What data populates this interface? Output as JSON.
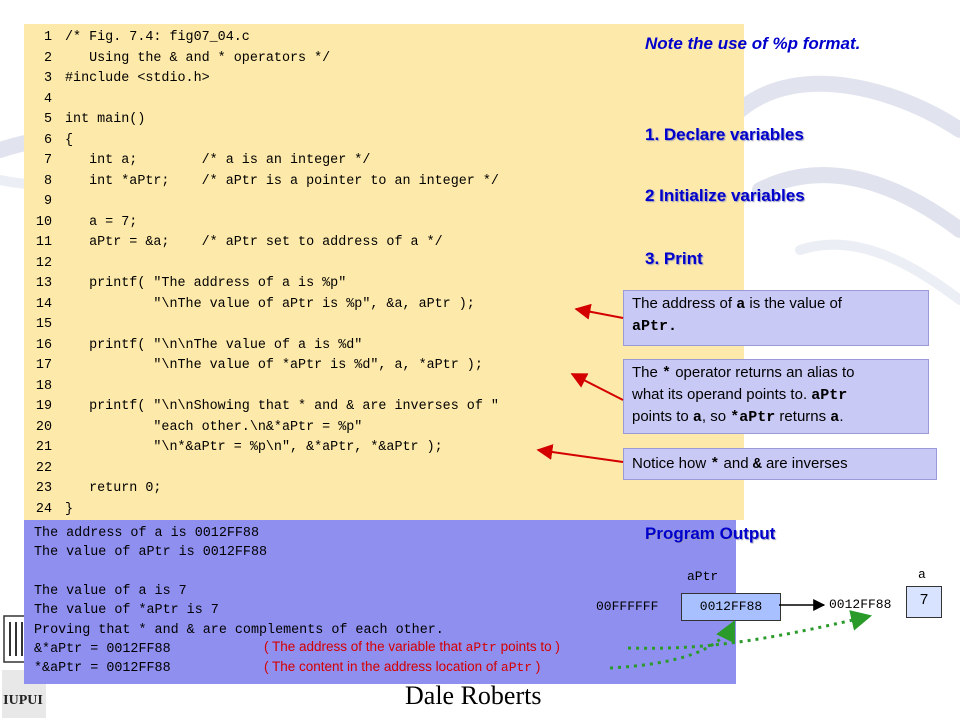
{
  "code_lines": [
    {
      "n": "1",
      "t": "/* Fig. 7.4: fig07_04.c"
    },
    {
      "n": "2",
      "t": "   Using the & and * operators */"
    },
    {
      "n": "3",
      "t": "#include <stdio.h>"
    },
    {
      "n": "4",
      "t": ""
    },
    {
      "n": "5",
      "t": "int main()"
    },
    {
      "n": "6",
      "t": "{"
    },
    {
      "n": "7",
      "t": "   int a;        /* a is an integer */"
    },
    {
      "n": "8",
      "t": "   int *aPtr;    /* aPtr is a pointer to an integer */"
    },
    {
      "n": "9",
      "t": ""
    },
    {
      "n": "10",
      "t": "   a = 7;"
    },
    {
      "n": "11",
      "t": "   aPtr = &a;    /* aPtr set to address of a */"
    },
    {
      "n": "12",
      "t": ""
    },
    {
      "n": "13",
      "t": "   printf( \"The address of a is %p\""
    },
    {
      "n": "14",
      "t": "           \"\\nThe value of aPtr is %p\", &a, aPtr );"
    },
    {
      "n": "15",
      "t": ""
    },
    {
      "n": "16",
      "t": "   printf( \"\\n\\nThe value of a is %d\""
    },
    {
      "n": "17",
      "t": "           \"\\nThe value of *aPtr is %d\", a, *aPtr );"
    },
    {
      "n": "18",
      "t": ""
    },
    {
      "n": "19",
      "t": "   printf( \"\\n\\nShowing that * and & are inverses of \""
    },
    {
      "n": "20",
      "t": "           \"each other.\\n&*aPtr = %p\""
    },
    {
      "n": "21",
      "t": "           \"\\n*&aPtr = %p\\n\", &*aPtr, *&aPtr );"
    },
    {
      "n": "22",
      "t": ""
    },
    {
      "n": "23",
      "t": "   return 0;"
    },
    {
      "n": "24",
      "t": "}"
    }
  ],
  "output_lines": [
    "The address of a is 0012FF88",
    "The value of aPtr is 0012FF88",
    "",
    "The value of a is 7",
    "The value of *aPtr is 7",
    "Proving that * and & are complements of each other.",
    "&*aPtr = 0012FF88",
    "*&aPtr = 0012FF88"
  ],
  "notes": {
    "format_note": "Note the use of %p format.",
    "step1": "1.  Declare variables",
    "step2": "2  Initialize variables",
    "step3": "3.  Print",
    "program_output": "Program Output"
  },
  "callouts": {
    "c1_a": "The address of ",
    "c1_b": "a",
    "c1_c": " is the value of",
    "c1_d": "aPtr.",
    "c2_a": "The ",
    "c2_b": "*",
    "c2_c": " operator returns an alias to",
    "c2_d": "what its operand points to. ",
    "c2_e": "aPtr",
    "c2_f": "points to ",
    "c2_g": "a",
    "c2_h": ", so ",
    "c2_i": "*aPtr",
    "c2_j": " returns ",
    "c2_k": "a",
    "c2_l": ".",
    "c3_a": "Notice how ",
    "c3_b": "*",
    "c3_c": " and ",
    "c3_d": "&",
    "c3_e": " are inverses"
  },
  "memory": {
    "aptr_label": "aPtr",
    "aptr_address": "00FFFFFF",
    "aptr_value": "0012FF88",
    "a_label": "a",
    "a_address": "0012FF88",
    "a_value": "7"
  },
  "red_notes": {
    "r1_a": "( The address of the variable that ",
    "r1_b": "aPtr",
    "r1_c": " points to )",
    "r2_a": "( The content in the address location of ",
    "r2_b": "aPtr",
    "r2_c": " )"
  },
  "author": "Dale Roberts",
  "logo_text": "IUPUI",
  "colors": {
    "code_bg": "#fde9a9",
    "output_bg": "#8f8ff0",
    "note_blue": "#0000cc",
    "callout_bg": "#c9c9f6",
    "arrow_red": "#d40000",
    "arrow_green": "#2a9a2a"
  }
}
